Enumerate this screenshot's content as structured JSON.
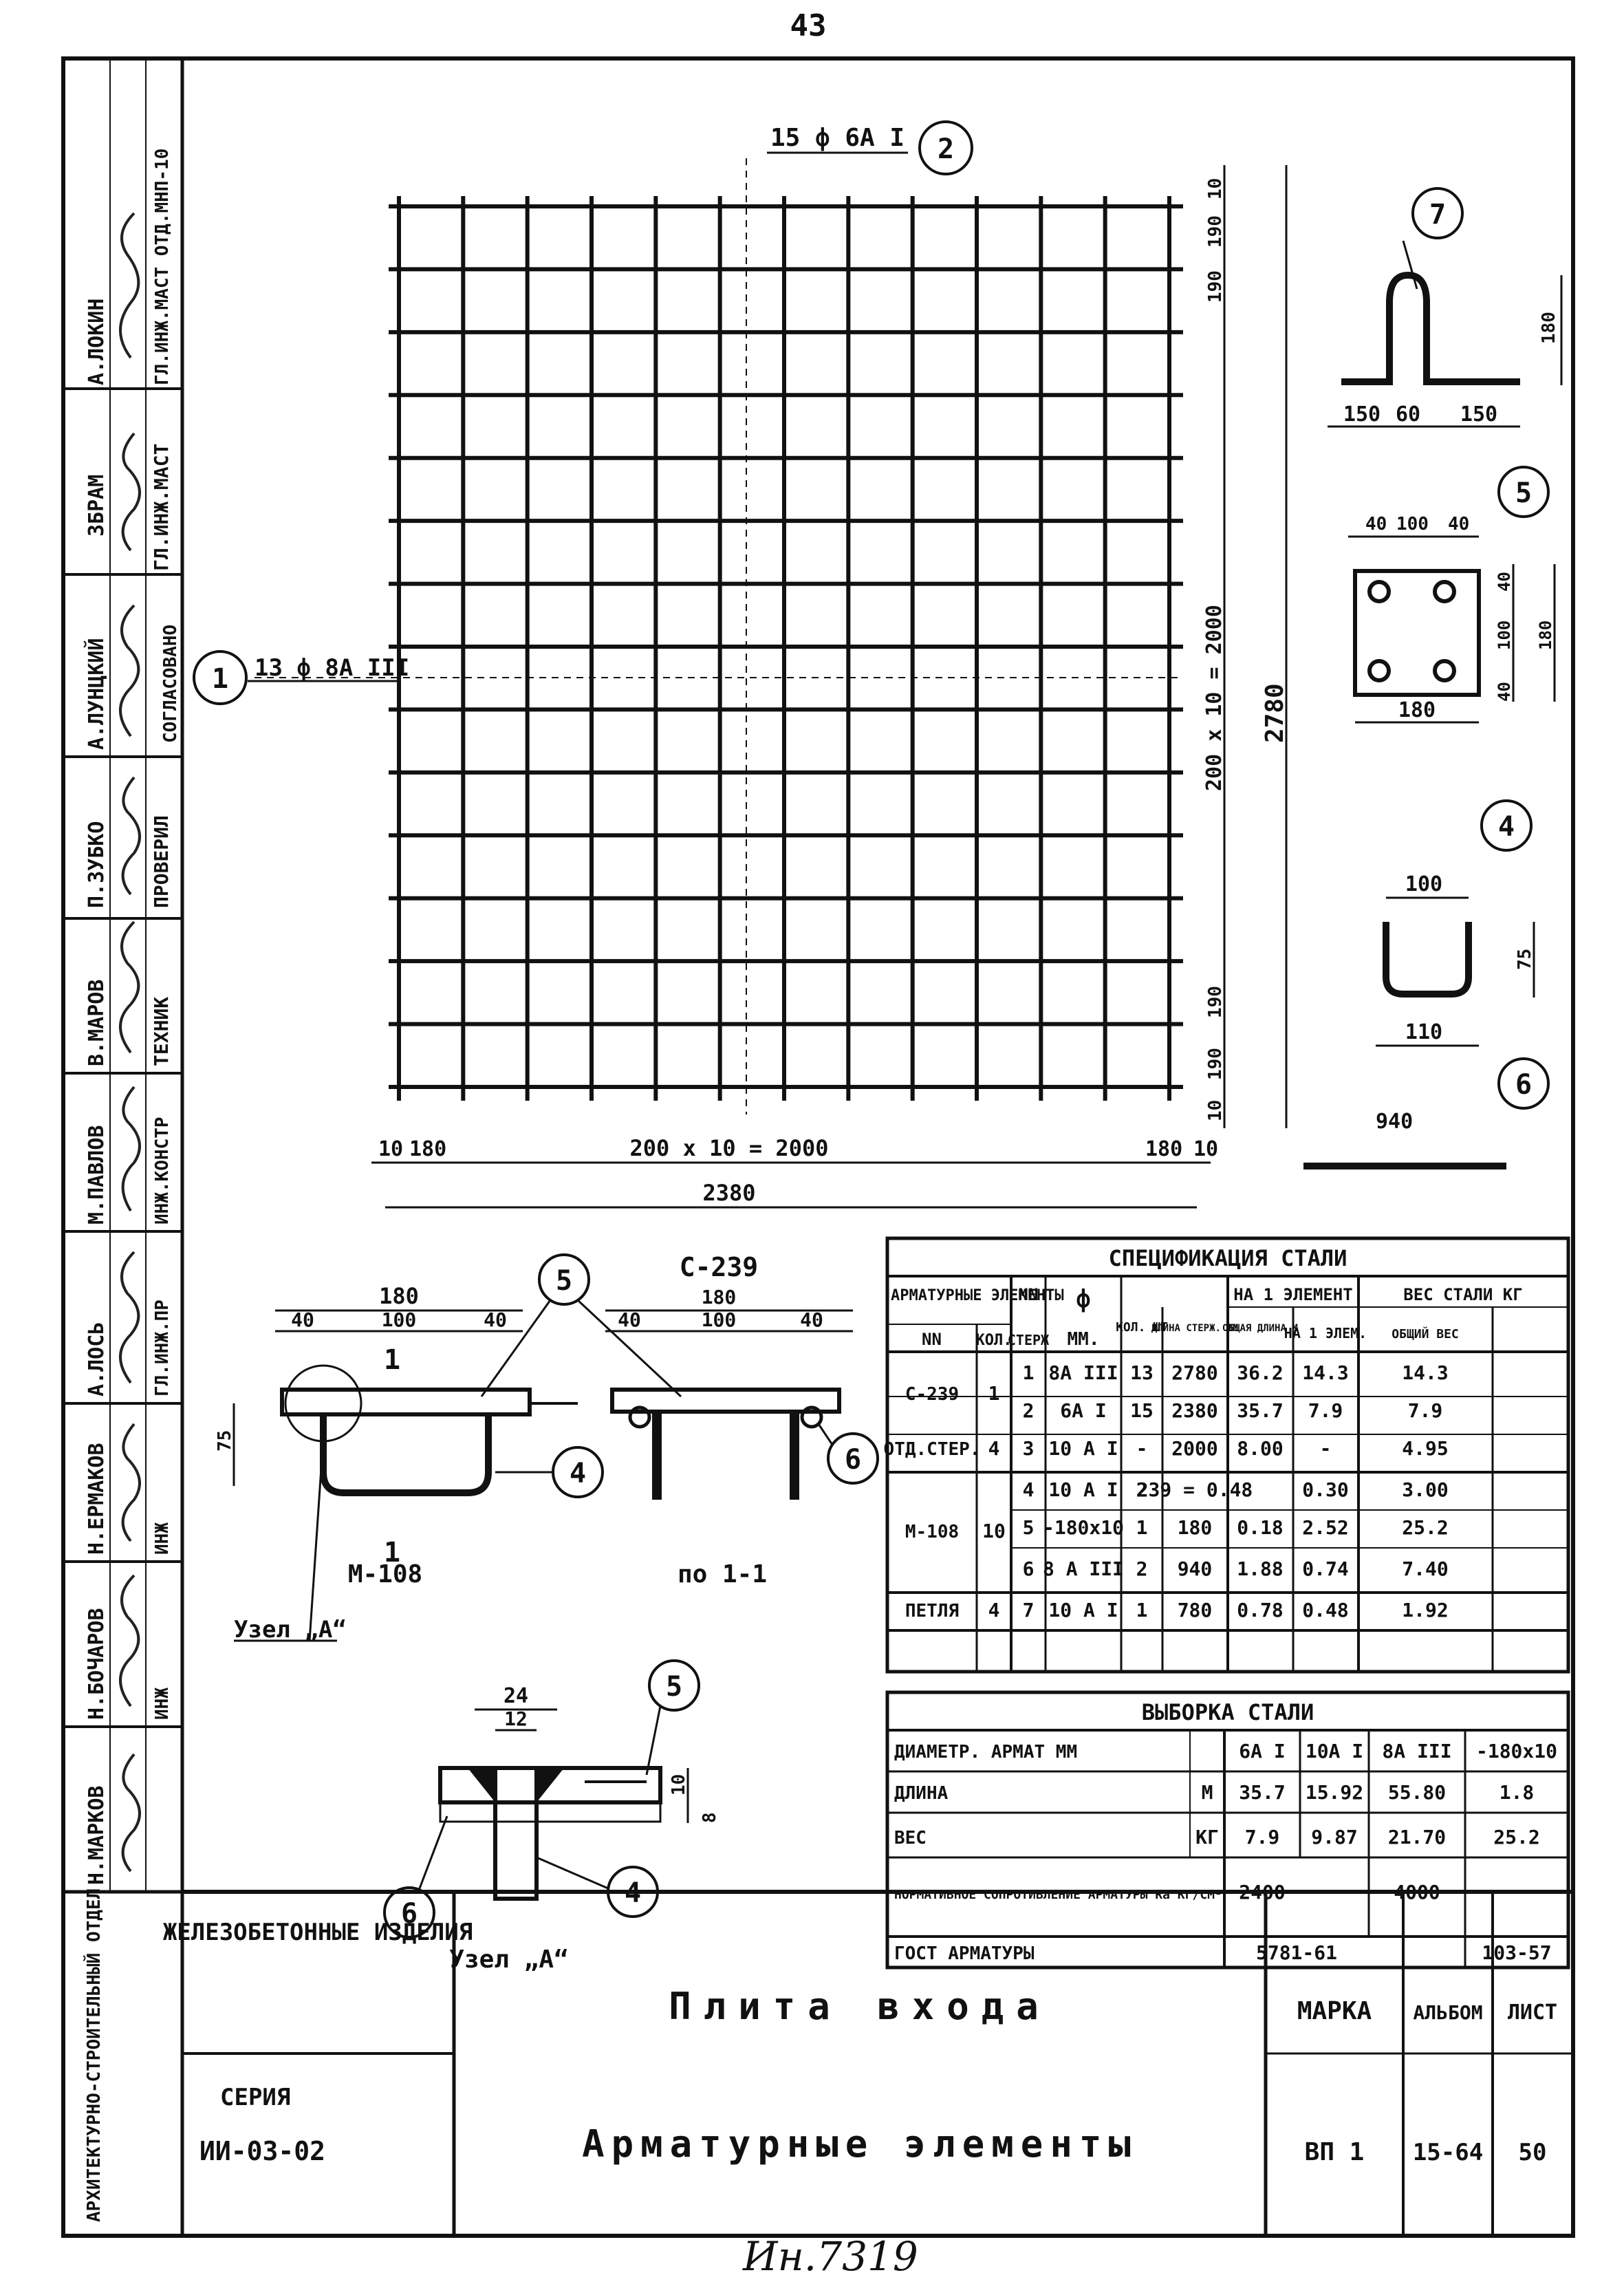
{
  "page_number": "43",
  "footer_number": "Ин.7319",
  "stamps": {
    "top_label": "СОГЛАСОВАНО",
    "rows": [
      {
        "role": "ГЛ.ИНЖ.МАСТ ОТД.МНП-10",
        "name": "А.ЛОКИН"
      },
      {
        "role": "ГЛ.ИНЖ.МАСТ",
        "name": "ЗБРАМ"
      },
      {
        "role": "ПРОВЕРИЛ",
        "name": "А.ЛУНЦКИЙ"
      },
      {
        "role": "ТЕХНИК",
        "name": "П.ЗУБКО"
      },
      {
        "role": "ИНЖ.КОНСТР",
        "name": "В.МАРОВ"
      },
      {
        "role": "ГЛ.ИНЖ.ПР",
        "name": "М.ПАВЛОВ"
      },
      {
        "role": "ИНЖ",
        "name": "А.ЛОСЬ"
      },
      {
        "role": "ИНЖ",
        "name": "Н.ЕРМАКОВ"
      },
      {
        "role": "ИНЖ",
        "name": "Н.БОЧАРОВ"
      },
      {
        "role": "ИНЖ",
        "name": "Н.МАРКОВ"
      }
    ],
    "institute": "АРХИТЕКТУРНО-СТРОИТЕЛЬНЫЙ ОТДЕЛ"
  },
  "mesh": {
    "label_top": "15 ф 6А I",
    "label_top_num": "2",
    "label_left": "13 ф 8А III",
    "label_left_num": "1",
    "v_dim": "200 x 10 = 2000",
    "v_total": "2780",
    "v_ends": [
      "10",
      "190",
      "190",
      "190",
      "190",
      "10"
    ],
    "h_dim": "200 x 10 = 2000",
    "h_total": "2380",
    "h_ends": [
      "10",
      "180",
      "180",
      "10"
    ]
  },
  "details": {
    "loop": {
      "num": "7",
      "dims": [
        "150",
        "60",
        "150"
      ],
      "height": "180"
    },
    "plate": {
      "num": "5",
      "dims_top": [
        "40",
        "100",
        "40"
      ],
      "width": "180",
      "dims_side": [
        "40",
        "100",
        "40",
        "180"
      ]
    },
    "ubar": {
      "num": "4",
      "width_in": "100",
      "width_out": "110",
      "height": "75"
    },
    "bar6": {
      "num": "6",
      "length": "940"
    }
  },
  "assembly": {
    "title_left": "М-108",
    "title_right": "С-239",
    "section": "по 1-1",
    "dims_top": "180",
    "dims_parts": [
      "40",
      "100",
      "40"
    ],
    "height": "75",
    "node_label": "Узел „А“",
    "section_mark": "1",
    "callouts": [
      "5",
      "4",
      "6"
    ]
  },
  "node": {
    "title": "Узел „А“",
    "dims": [
      "24",
      "12"
    ],
    "side_dims": [
      "10",
      "8"
    ],
    "callouts": [
      "5",
      "6",
      "4"
    ]
  },
  "spec_table": {
    "title": "СПЕЦИФИКАЦИЯ СТАЛИ",
    "headers": {
      "elements": "АРМАТУРНЫЕ ЭЛЕМЕНТЫ",
      "nn": "NN",
      "phi": "ф",
      "na_element": "НА 1 ЭЛЕМЕНТ",
      "weight": "ВЕС СТАЛИ КГ",
      "sub_nn": "NN",
      "sub_kol": "КОЛ.",
      "sub_sterzh": "СТЕРЖ",
      "sub_mm": "ММ.",
      "sub_kol_sht": "КОЛ. ШТ",
      "sub_dlina": "ДЛИНА СТЕРЖ. ММ",
      "sub_obsh": "ОБЩАЯ ДЛИНА М",
      "sub_na1": "НА 1 ЭЛЕМ.",
      "sub_obsh_ves": "ОБЩИЙ ВЕС"
    },
    "rows": [
      [
        "С-239",
        "1",
        "1",
        "8А III",
        "13",
        "2780",
        "36.2",
        "14.3",
        "14.3"
      ],
      [
        "",
        "",
        "2",
        "6А I",
        "15",
        "2380",
        "35.7",
        "7.9",
        "7.9"
      ],
      [
        "ОТД.СТЕР.",
        "4",
        "3",
        "10 А I",
        "-",
        "2000",
        "8.00",
        "-",
        "4.95"
      ],
      [
        "М-108",
        "10",
        "4",
        "10 А I",
        "2",
        "239 = 0.48",
        "",
        "0.30",
        "3.00"
      ],
      [
        "",
        "",
        "5",
        "-180x10",
        "1",
        "180",
        "0.18",
        "2.52",
        "25.2"
      ],
      [
        "",
        "",
        "6",
        "8 А III",
        "2",
        "940",
        "1.88",
        "0.74",
        "7.40"
      ],
      [
        "ПЕТЛЯ",
        "4",
        "7",
        "10 А I",
        "1",
        "780",
        "0.78",
        "0.48",
        "1.92"
      ]
    ]
  },
  "sel_table": {
    "title": "ВЫБОРКА СТАЛИ",
    "rows": [
      [
        "ДИАМЕТР. АРМАТ ММ",
        "",
        "6А I",
        "10А I",
        "8А III",
        "-180x10"
      ],
      [
        "ДЛИНА",
        "М",
        "35.7",
        "15.92",
        "55.80",
        "1.8"
      ],
      [
        "ВЕС",
        "КГ",
        "7.9",
        "9.87",
        "21.70",
        "25.2"
      ],
      [
        "НОРМАТИВНОЕ СОПРОТИВЛЕНИЕ АРМАТУРЫ Rа КГ/СМ²",
        "",
        "2400",
        "",
        "4000",
        ""
      ],
      [
        "ГОСТ АРМАТУРЫ",
        "",
        "5781-61",
        "",
        "",
        "103-57"
      ]
    ]
  },
  "title_block": {
    "category": "ЖЕЛЕЗОБЕТОННЫЕ ИЗДЕЛИЯ",
    "series_label": "СЕРИЯ",
    "series": "ИИ-03-02",
    "title_line1": "Плита входа",
    "title_line2": "Арматурные элементы",
    "mark_label": "МАРКА",
    "mark": "ВП 1",
    "album_label": "АЛЬБОМ",
    "album": "15-64",
    "sheet_label": "ЛИСТ",
    "sheet": "50"
  }
}
